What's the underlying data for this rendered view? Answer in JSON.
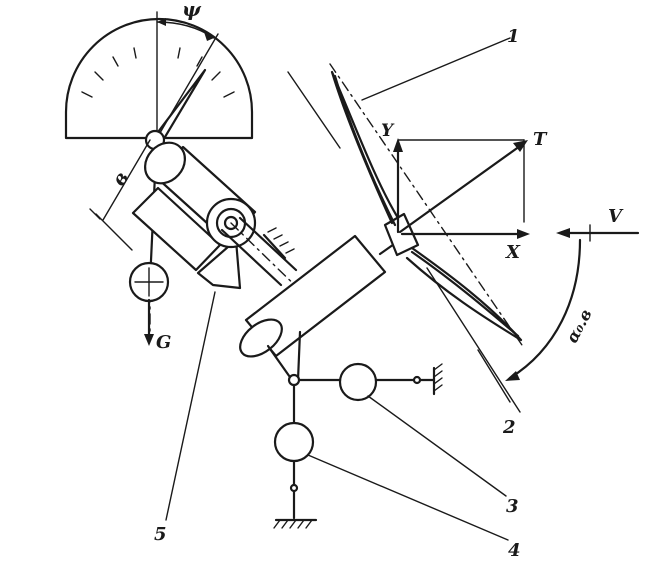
{
  "labels": {
    "psi": "ψ",
    "b": "в",
    "G": "G",
    "one": "1",
    "two": "2",
    "three": "3",
    "four": "4",
    "five": "5",
    "Y": "Y",
    "T": "T",
    "X": "X",
    "V": "V",
    "alpha": "α₀.в"
  },
  "colors": {
    "ink": "#1a1a1a",
    "paper": "#ffffff"
  }
}
